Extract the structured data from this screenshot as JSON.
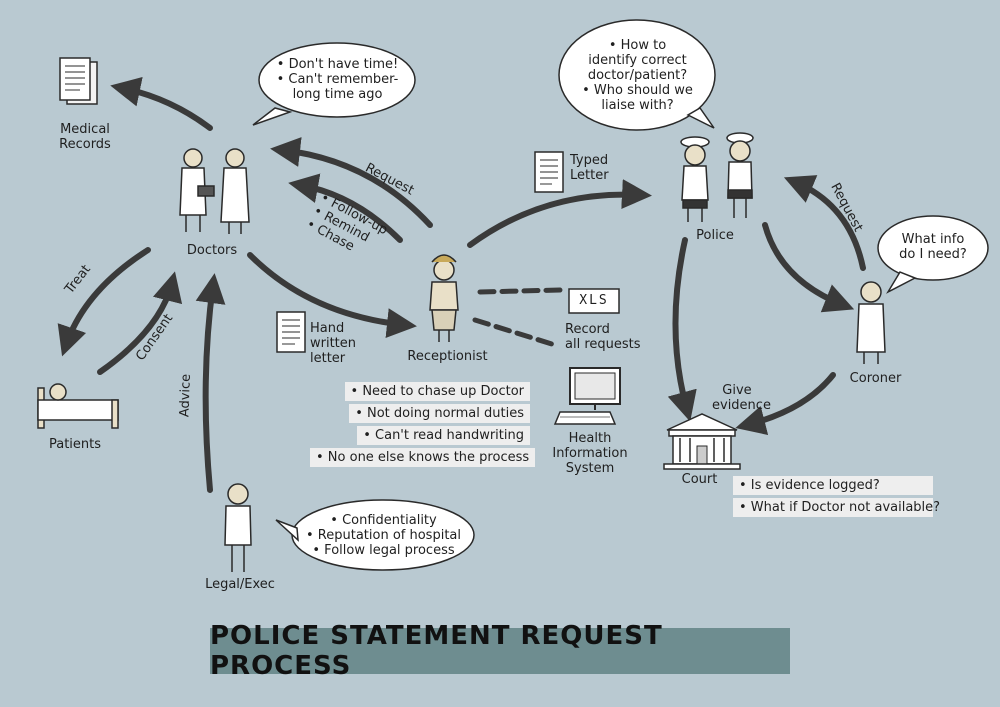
{
  "title": "POLICE STATEMENT REQUEST PROCESS",
  "nodes": {
    "medical_records": [
      "Medical",
      "Records"
    ],
    "doctors": "Doctors",
    "patients": "Patients",
    "legal_exec": "Legal/Exec",
    "receptionist": "Receptionist",
    "police": "Police",
    "coroner": "Coroner",
    "court": "Court",
    "hand_written_letter": [
      "Hand",
      "written",
      "letter"
    ],
    "typed_letter": [
      "Typed",
      "Letter"
    ],
    "xls_record": "XLS",
    "record_all_requests": [
      "Record",
      "all requests"
    ],
    "health_information_system": [
      "Health",
      "Information",
      "System"
    ]
  },
  "edges": {
    "treat": "Treat",
    "consent": "Consent",
    "advice": "Advice",
    "request_to_doctors": "Request",
    "follow_up": [
      "• Follow-up",
      "• Remind",
      "• Chase"
    ],
    "request_to_police": "Request",
    "give_evidence": [
      "Give",
      "evidence"
    ]
  },
  "bubbles": {
    "doctors": [
      "• Don't have time!",
      "• Can't remember-",
      "long time ago"
    ],
    "police": [
      "• How to",
      "identify correct",
      "doctor/patient?",
      "• Who should we",
      "liaise with?"
    ],
    "coroner": [
      "What info",
      "do I need?"
    ],
    "legal": [
      "• Confidentiality",
      "• Reputation of hospital",
      "• Follow legal process"
    ]
  },
  "notes": {
    "receptionist": [
      "• Need to chase up Doctor",
      "• Not doing normal duties",
      "• Can't read handwriting",
      "• No one else knows the process"
    ],
    "court": [
      "• Is evidence logged?",
      "• What if Doctor not available?"
    ]
  }
}
